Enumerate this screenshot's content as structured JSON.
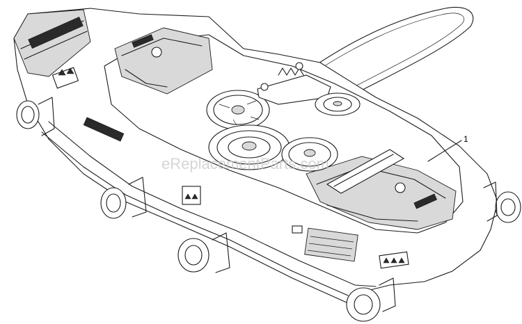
{
  "diagram": {
    "callout_label": "1",
    "watermark": "eReplacementParts.com"
  },
  "icons": {
    "deck": "mower-deck-housing",
    "belt": "drive-belt",
    "pulley": "spindle-pulley",
    "idler": "idler-pulley",
    "wheel": "anti-scalp-wheel",
    "decal": "warning-decal"
  }
}
